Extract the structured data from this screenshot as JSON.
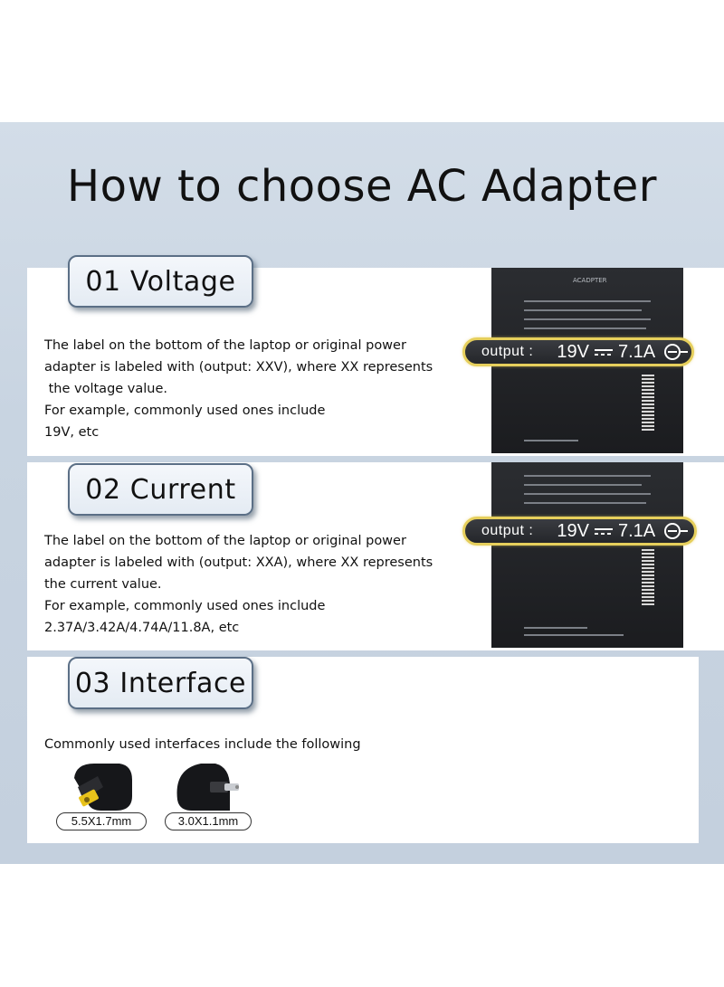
{
  "title": "How to choose AC Adapter",
  "sections": [
    {
      "tab": "01 Voltage",
      "lines": [
        "The label on the bottom of the laptop or original power",
        "adapter is labeled with (output: XXV), where XX represents",
        " the voltage value.",
        "For example, commonly used ones include",
        "19V, etc"
      ],
      "callout": {
        "label": "output :",
        "voltage": "19V",
        "current": "7.1A"
      },
      "photo_header": "ACADPTER"
    },
    {
      "tab": "02 Current",
      "lines": [
        "The label on the bottom of the laptop or original power",
        "adapter is labeled with (output: XXA), where XX represents",
        "the current value.",
        "For example, commonly used ones include",
        "2.37A/3.42A/4.74A/11.8A, etc"
      ],
      "callout": {
        "label": "output :",
        "voltage": "19V",
        "current": "7.1A"
      }
    },
    {
      "tab": "03 Interface",
      "lines": [
        "Commonly used interfaces include the following"
      ],
      "connectors": [
        "5.5X1.7mm",
        "3.0X1.1mm"
      ]
    }
  ],
  "colors": {
    "panel": "#c8d4e1",
    "tab_border": "#5b6f86",
    "callout_border": "#e6cf5c",
    "connector_tip": "#e8c21a"
  }
}
